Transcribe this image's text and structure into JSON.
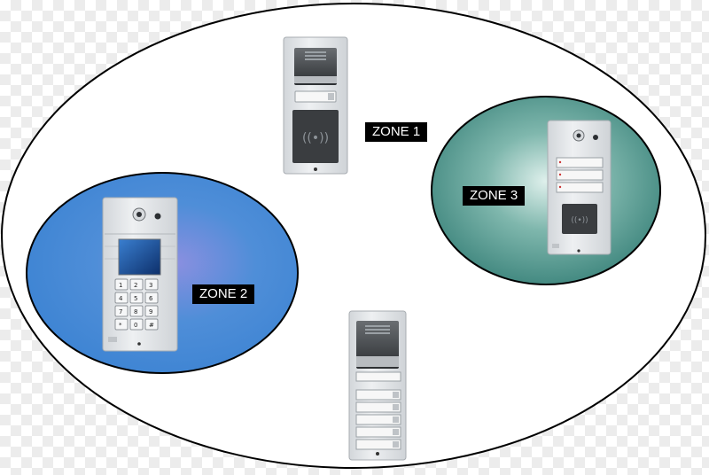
{
  "diagram": {
    "zones": [
      {
        "id": "zone-1",
        "label": "ZONE 1"
      },
      {
        "id": "zone-2",
        "label": "ZONE 2",
        "color": "#3f86d6"
      },
      {
        "id": "zone-3",
        "label": "ZONE 3",
        "color": "#3f8a80"
      }
    ],
    "keypad": {
      "keys": [
        "1",
        "2",
        "3",
        "4",
        "5",
        "6",
        "7",
        "8",
        "9",
        "*",
        "0",
        "#"
      ]
    },
    "colors": {
      "outline": "#000000",
      "device_body": "#e4e7ea",
      "zone_label_bg": "#000000",
      "zone_label_text": "#ffffff"
    },
    "icons": {
      "rfid": "rfid-reader-icon",
      "camera": "camera-lens-icon",
      "speaker": "speaker-grille-icon"
    }
  }
}
